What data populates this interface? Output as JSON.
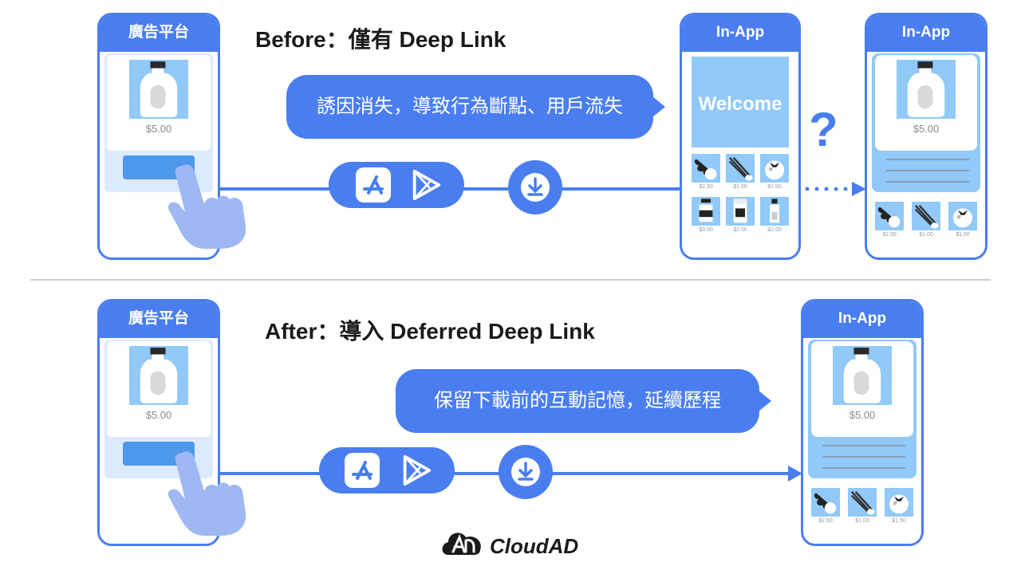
{
  "before": {
    "title": "Before：僅有 Deep Link",
    "ad_phone_header": "廣告平台",
    "ad_price": "$5.00",
    "bubble": "誘因消失，導致行為斷點、用戶流失",
    "inapp_phone_header": "In-App",
    "welcome": "Welcome",
    "grid_prices": [
      "$2.50",
      "$1.00",
      "$1.50",
      "$3.00",
      "$2.50",
      "$2.00"
    ],
    "question_mark": "?",
    "inapp2_phone_header": "In-App",
    "inapp2_price": "$5.00",
    "inapp2_row_prices": [
      "$2.50",
      "$1.00",
      "$1.50"
    ]
  },
  "after": {
    "title": "After：導入 Deferred Deep Link",
    "ad_phone_header": "廣告平台",
    "ad_price": "$5.00",
    "bubble": "保留下載前的互動記憶，延續歷程",
    "inapp_phone_header": "In-App",
    "inapp_price": "$5.00",
    "inapp_row_prices": [
      "$2.50",
      "$1.00",
      "$1.50"
    ]
  },
  "logo": {
    "text": "CloudAD"
  },
  "colors": {
    "accent": "#4a7ef0",
    "light_blue": "#91c9f9",
    "pale_blue": "#dbeafd",
    "hand": "#9fb8f3",
    "button": "#4d97ec"
  },
  "icons": [
    "app-store-icon",
    "google-play-icon",
    "download-icon",
    "pointing-hand-icon",
    "bottle-icon",
    "cloudad-logo-icon"
  ]
}
